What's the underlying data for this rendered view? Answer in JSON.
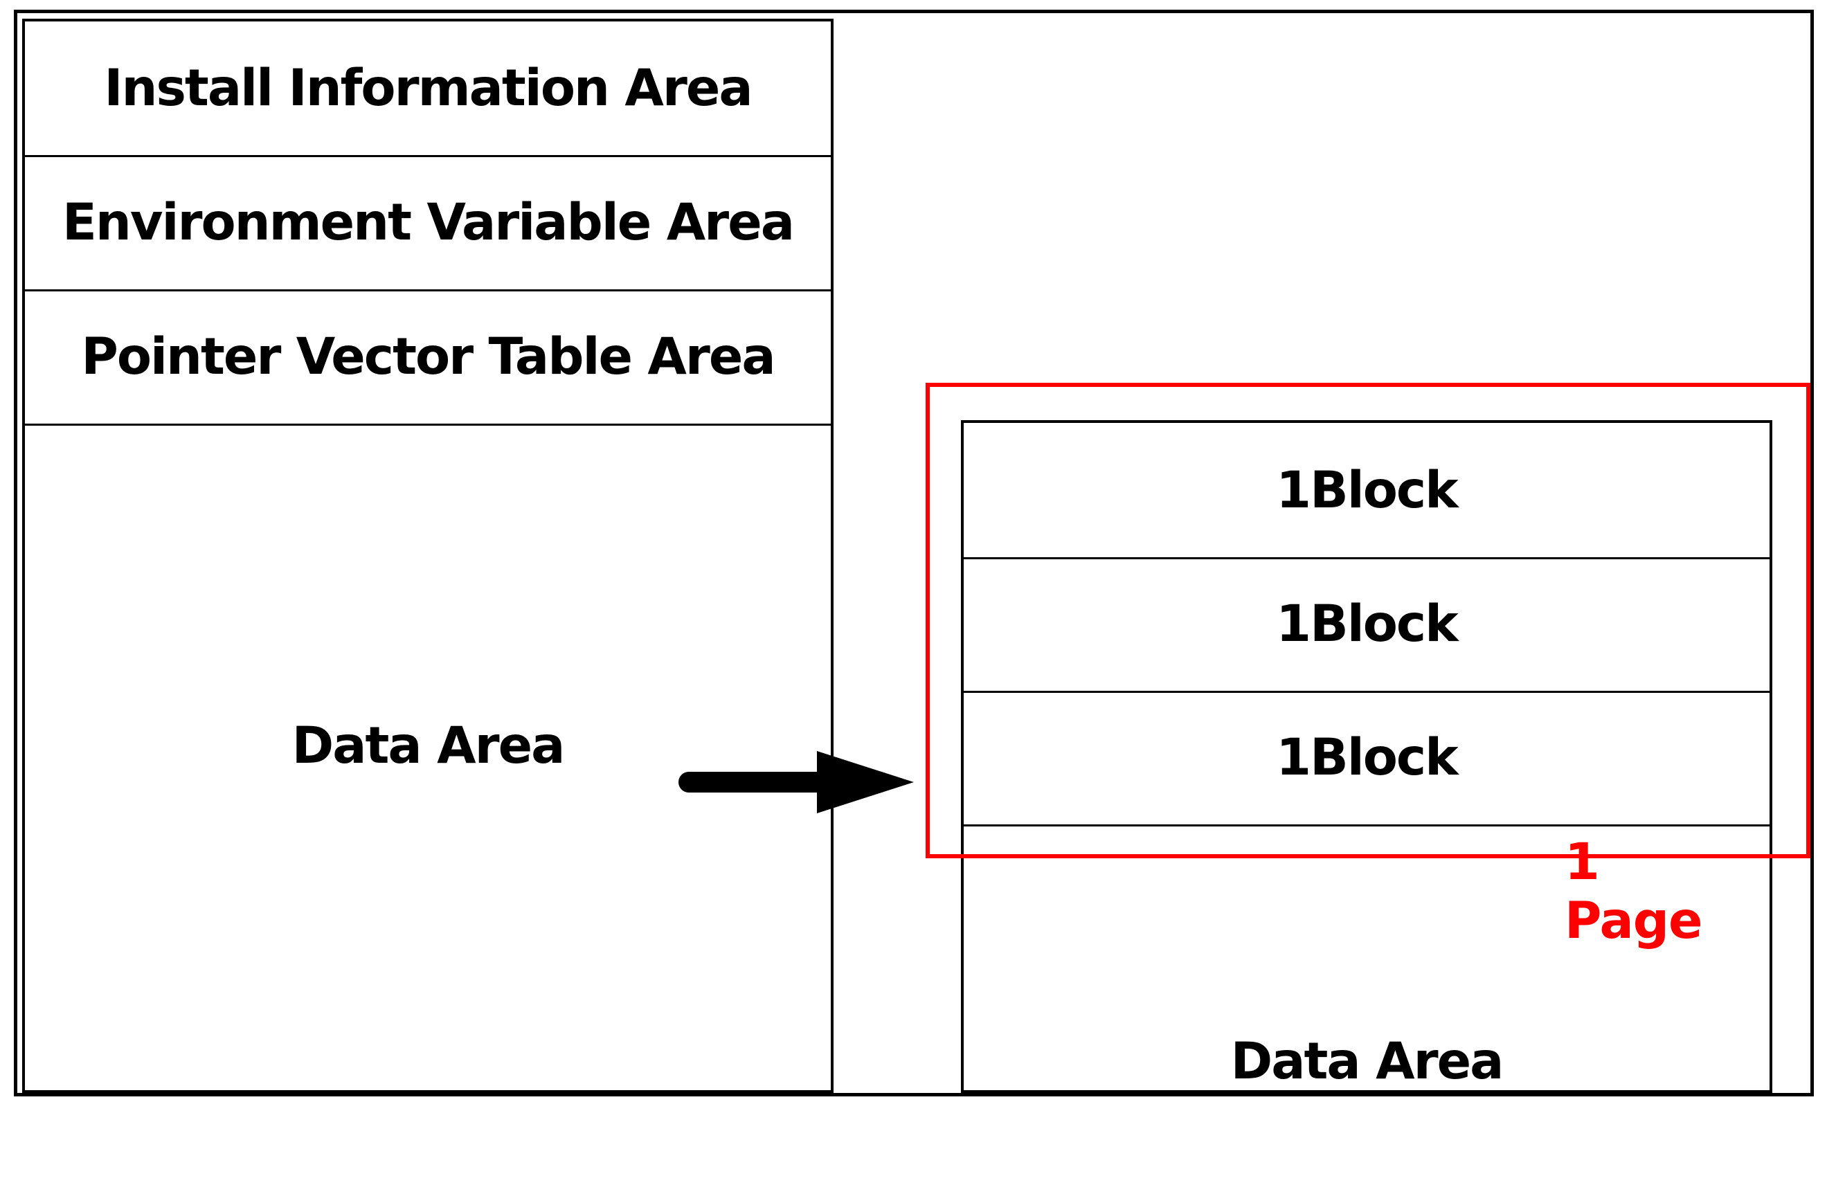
{
  "memory_map": {
    "regions": [
      {
        "label": "Install Information Area"
      },
      {
        "label": "Environment Variable Area"
      },
      {
        "label": "Pointer Vector Table Area"
      },
      {
        "label": "Data Area"
      }
    ]
  },
  "data_area_detail": {
    "blocks": [
      {
        "label": "1Block"
      },
      {
        "label": "1Block"
      },
      {
        "label": "1Block"
      }
    ],
    "page_label": "1 Page",
    "remainder_label": "Data Area"
  },
  "colors": {
    "line": "#000000",
    "highlight": "#ff0000"
  }
}
